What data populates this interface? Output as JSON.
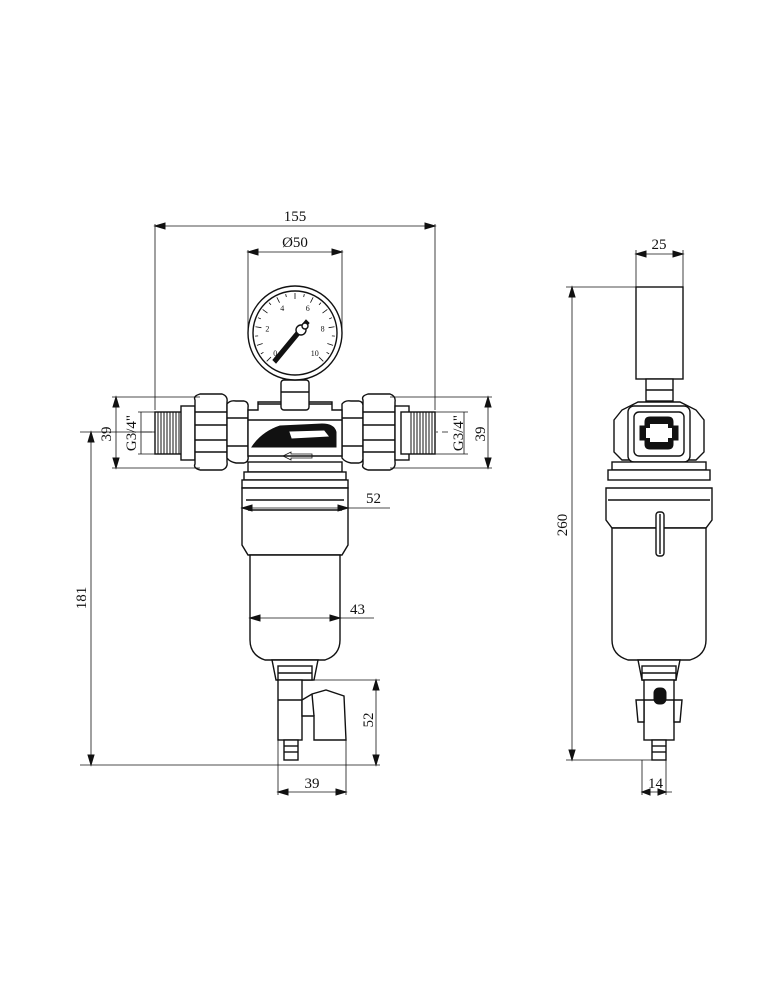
{
  "dimensions": {
    "width_total": "155",
    "gauge_diameter": "Ø50",
    "thread_left": "G3/4\"",
    "thread_right": "G3/4\"",
    "height_left": "39",
    "height_right": "39",
    "cup_top": "52",
    "cup_bottom": "43",
    "height_total_front": "181",
    "valve_height": "52",
    "valve_width": "39",
    "side_width": "25",
    "height_total_side": "260",
    "side_bottom": "14"
  },
  "gauge": {
    "scale": [
      "0",
      "2",
      "4",
      "6",
      "8",
      "10"
    ]
  }
}
